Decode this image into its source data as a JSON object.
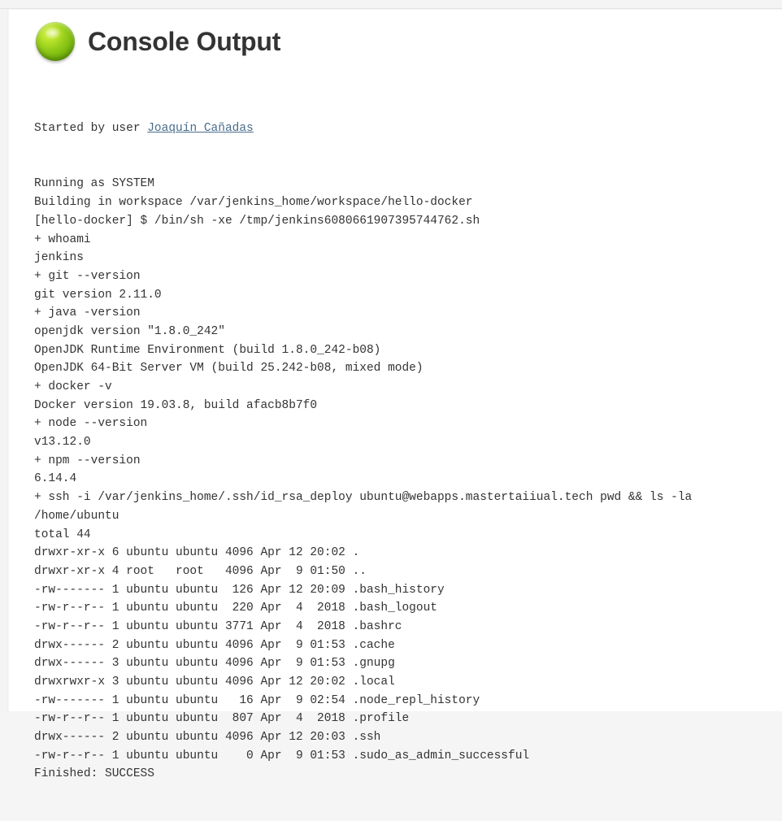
{
  "window": {
    "title": "Console Output"
  },
  "header": {
    "title": "Console Output",
    "status_icon": "green-ball-success-icon",
    "status_color": "#8fc918"
  },
  "console": {
    "link_color": "#4a6d8c",
    "text_color": "#333333",
    "started_by_prefix": "Started by user ",
    "started_by_user": "Joaquín Cañadas",
    "lines": [
      "Running as SYSTEM",
      "Building in workspace /var/jenkins_home/workspace/hello-docker",
      "[hello-docker] $ /bin/sh -xe /tmp/jenkins6080661907395744762.sh",
      "+ whoami",
      "jenkins",
      "+ git --version",
      "git version 2.11.0",
      "+ java -version",
      "openjdk version \"1.8.0_242\"",
      "OpenJDK Runtime Environment (build 1.8.0_242-b08)",
      "OpenJDK 64-Bit Server VM (build 25.242-b08, mixed mode)",
      "+ docker -v",
      "Docker version 19.03.8, build afacb8b7f0",
      "+ node --version",
      "v13.12.0",
      "+ npm --version",
      "6.14.4",
      "+ ssh -i /var/jenkins_home/.ssh/id_rsa_deploy ubuntu@webapps.mastertaiiual.tech pwd && ls -la",
      "/home/ubuntu",
      "total 44",
      "drwxr-xr-x 6 ubuntu ubuntu 4096 Apr 12 20:02 .",
      "drwxr-xr-x 4 root   root   4096 Apr  9 01:50 ..",
      "-rw------- 1 ubuntu ubuntu  126 Apr 12 20:09 .bash_history",
      "-rw-r--r-- 1 ubuntu ubuntu  220 Apr  4  2018 .bash_logout",
      "-rw-r--r-- 1 ubuntu ubuntu 3771 Apr  4  2018 .bashrc",
      "drwx------ 2 ubuntu ubuntu 4096 Apr  9 01:53 .cache",
      "drwx------ 3 ubuntu ubuntu 4096 Apr  9 01:53 .gnupg",
      "drwxrwxr-x 3 ubuntu ubuntu 4096 Apr 12 20:02 .local",
      "-rw------- 1 ubuntu ubuntu   16 Apr  9 02:54 .node_repl_history",
      "-rw-r--r-- 1 ubuntu ubuntu  807 Apr  4  2018 .profile",
      "drwx------ 2 ubuntu ubuntu 4096 Apr 12 20:03 .ssh",
      "-rw-r--r-- 1 ubuntu ubuntu    0 Apr  9 01:53 .sudo_as_admin_successful",
      "Finished: SUCCESS"
    ]
  }
}
